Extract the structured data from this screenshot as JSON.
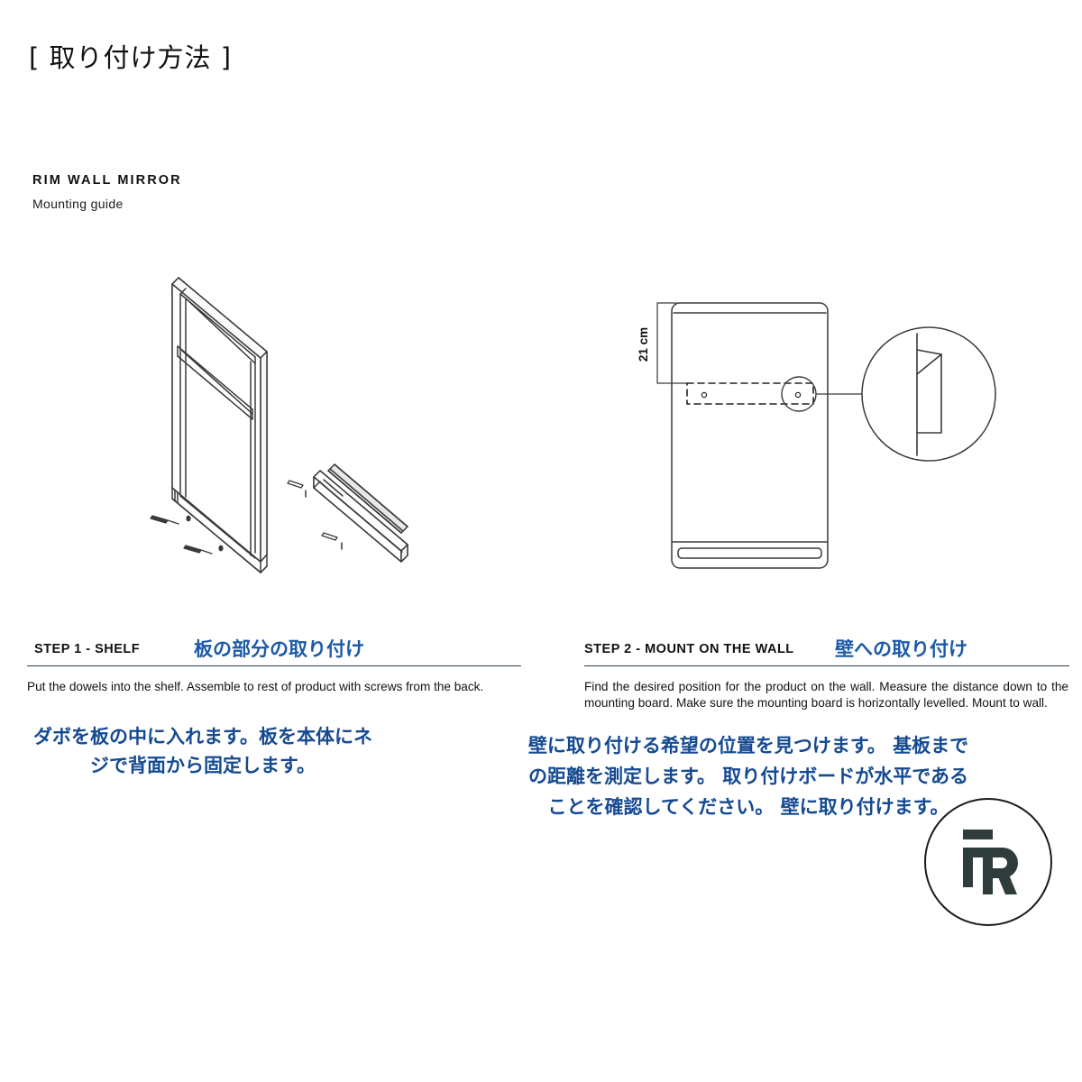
{
  "page": {
    "title": "[ 取り付け方法 ]"
  },
  "product": {
    "name": "RIM WALL MIRROR",
    "subtitle": "Mounting guide"
  },
  "diagrams": {
    "shelf_assembly": {
      "label": "isometric exploded view of mirror frame, shelf board, dowels and screws"
    },
    "wall_mount": {
      "label": "front view of mirror showing mounting board position and detail callout",
      "dimension_label": "21 cm",
      "detail_callout": "wall bracket cross-section"
    }
  },
  "steps": [
    {
      "label": "STEP 1 - SHELF",
      "label_jp": "板の部分の取り付け",
      "body_en": "Put the dowels into the shelf. Assemble to rest of product with screws from the back.",
      "body_jp": "ダボを板の中に入れます。板を本体にネジで背面から固定します。"
    },
    {
      "label": "STEP 2 - MOUNT ON THE WALL",
      "label_jp": "壁への取り付け",
      "body_en": "Find the desired position for the product on the wall. Measure the distance down to the mounting board. Make sure the mounting board is horizontally levelled. Mount to wall.",
      "body_jp": "壁に取り付ける希望の位置を見つけます。 基板までの距離を測定します。 取り付けボードが水平であることを確認してください。 壁に取り付けます。"
    }
  ],
  "brand": {
    "logo_name": "rim-monogram-logo",
    "logo_color": "#2e3c3c"
  },
  "colors": {
    "ink": "#111111",
    "accent_blue": "#1c5aa8",
    "body_blue": "#154a92",
    "rule": "#2d3b4a",
    "line_art": "#3a3a3a"
  }
}
